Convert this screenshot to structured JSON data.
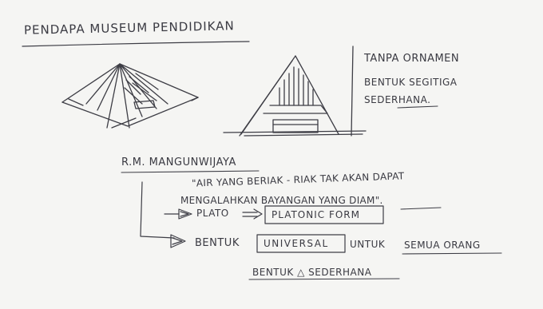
{
  "title": "PENDAPA MUSEUM PENDIDIKAN",
  "notes": {
    "line1": "TANPA ORNAMEN",
    "line2": "BENTUK SEGITIGA",
    "line3": "SEDERHANA."
  },
  "author": "R.M. MANGUNWIJAYA",
  "quote": {
    "line1": "\"AIR YANG BERIAK - RIAK TAK AKAN DAPAT",
    "line2": "MENGALAHKAN BAYANGAN YANG DIAM\"."
  },
  "plato": {
    "label": "PLATO",
    "box": "PLATONIC FORM"
  },
  "universal": {
    "prefix": "BENTUK",
    "box": "UNIVERSAL",
    "middle": "UNTUK",
    "emphasis": "SEMUA ORANG"
  },
  "footer": "BENTUK △ SEDERHANA"
}
